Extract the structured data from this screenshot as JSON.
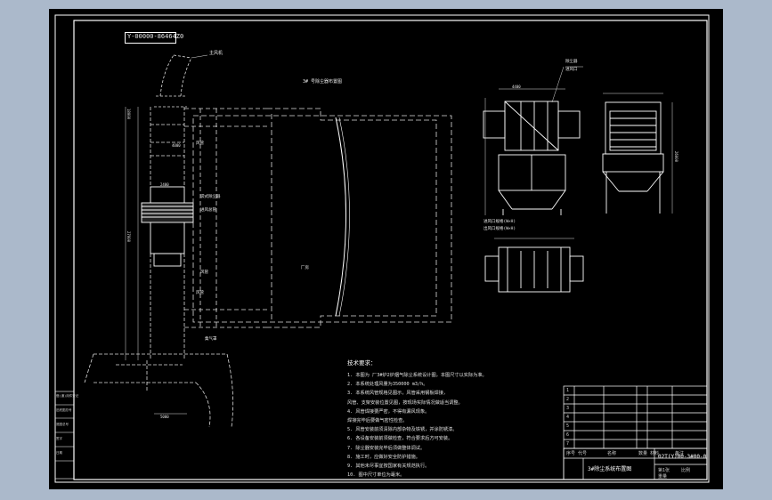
{
  "drawing_code": "Y-00000-86464Z0",
  "title_top": "3# 号除尘器布置图",
  "dimensions": {
    "d1": "18000",
    "d2": "4000",
    "d3": "27000",
    "d4": "2400",
    "d5": "4400",
    "d6": "26000",
    "d7": "5000"
  },
  "labels": {
    "main_fan": "主风机",
    "pipe1": "风管",
    "pipe2": "风管",
    "pipe3": "风管",
    "dust_collector": "袋式除尘器",
    "inlet_pipe": "进风总管",
    "building": "厂房",
    "hood": "集气罩",
    "sec_title1": "除尘器",
    "sec_title2": "进风口",
    "sec_note1": "进风口规格(W×H)",
    "sec_note2": "出风口规格(W×H)"
  },
  "notes": {
    "heading": "技术要求：",
    "items": [
      "1. 本图为    厂3#炉2炉烟气除尘系统设计图，本图尺寸以实际为准。",
      "2. 本系统处理风量为350000 m3/h。",
      "3. 本系统风管规格见图示，风管采用钢板焊接，",
      "   风管、支架安装位置见图，按现场实际情况做适当调整。",
      "4. 风管焊接要严密，不得有漏风现象。",
      "   焊接完毕后要做气密性检查。",
      "5. 风管安装前须清除内部杂物及铁锈，并涂防锈漆。",
      "6. 各设备安装前须做检查，符合要求后方可安装。",
      "7. 除尘器安装完毕后须做整体调试。",
      "8. 施工时，应做好安全防护措施。",
      "9. 其他未尽事宜按国家有关规范执行。",
      "10. 图中尺寸单位为毫米。"
    ]
  },
  "title_block": {
    "drawing_no": "02T(Y)00-3#00-0",
    "name": "3#除尘系统布置图",
    "sheet": "第1张",
    "scale": "比例",
    "weight": "重量",
    "rows": [
      "1",
      "2",
      "3",
      "4",
      "5",
      "6",
      "7"
    ],
    "headers": [
      "序号",
      "代号",
      "名称",
      "数量",
      "材料",
      "备注"
    ]
  },
  "left_strip": [
    "借(通)用件登记",
    "旧底图总号",
    "底图总号",
    "签字",
    "日期"
  ]
}
